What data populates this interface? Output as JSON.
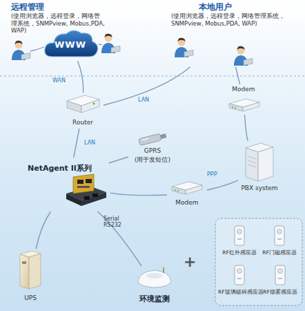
{
  "diagram": {
    "nodes": [
      {
        "text": [
          "远程管理",
          "(使用浏览器，远程登录，网络管理系统，SNMPview, Mobus,PDA, WAP)"
        ]
      },
      {
        "text": [
          "WWW"
        ]
      },
      {
        "text": [
          "本地用户",
          "(使用浏览器，远程登录，网络管理系统， SNMPview, Mobus,PDA, WAP)"
        ]
      },
      {
        "text": [
          "Router"
        ]
      },
      {
        "text": [
          "Modem"
        ]
      },
      {
        "text": [
          "GPRS",
          "(用于发短信)"
        ]
      },
      {
        "text": [
          "NetAgent II系列"
        ]
      },
      {
        "text": [
          "PBX system"
        ]
      },
      {
        "text": [
          "Modem"
        ]
      },
      {
        "text": [
          "UPS"
        ]
      },
      {
        "text": [
          "环境监测"
        ]
      },
      {
        "text": [
          "RF红外感应器"
        ]
      },
      {
        "text": [
          "RF门磁感应器"
        ]
      },
      {
        "text": [
          "RF玻璃破碎感应器"
        ]
      },
      {
        "text": [
          "RF烟雾感应器"
        ]
      }
    ],
    "edges": [
      {
        "from": 1,
        "to": 3,
        "arrow": "none",
        "label": "WAN"
      },
      {
        "from": 3,
        "to": 2,
        "arrow": "none",
        "label": "LAN"
      },
      {
        "from": 3,
        "to": 6,
        "arrow": "none",
        "label": "LAN"
      },
      {
        "from": 2,
        "to": 4,
        "arrow": "none"
      },
      {
        "from": 4,
        "to": 7,
        "arrow": "none"
      },
      {
        "from": 7,
        "to": 8,
        "arrow": "none",
        "label": "PPP"
      },
      {
        "from": 8,
        "to": 6,
        "arrow": "none"
      },
      {
        "from": 5,
        "to": 6,
        "arrow": "none"
      },
      {
        "from": 6,
        "to": 9,
        "arrow": "none",
        "label": "Serial RS232"
      },
      {
        "from": 6,
        "to": 10,
        "arrow": "none"
      }
    ],
    "labels": [
      "+"
    ]
  }
}
